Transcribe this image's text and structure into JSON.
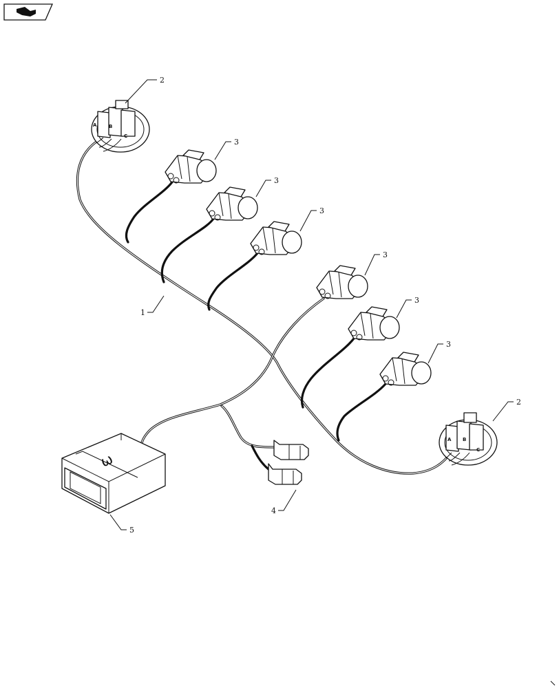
{
  "callouts": {
    "harness": "1",
    "connector_3pin_top": "2",
    "connector_3pin_bottom": "2",
    "connector_2pin_a": "3",
    "connector_2pin_b": "3",
    "connector_2pin_c": "3",
    "connector_2pin_d": "3",
    "connector_2pin_e": "3",
    "connector_2pin_f": "3",
    "terminal_pair": "4",
    "main_connector": "5"
  },
  "pin_labels": {
    "a": "A",
    "b": "B",
    "c": "C"
  },
  "main_connector_mark": "ω",
  "nav_icon": "shovel-arrow-icon"
}
